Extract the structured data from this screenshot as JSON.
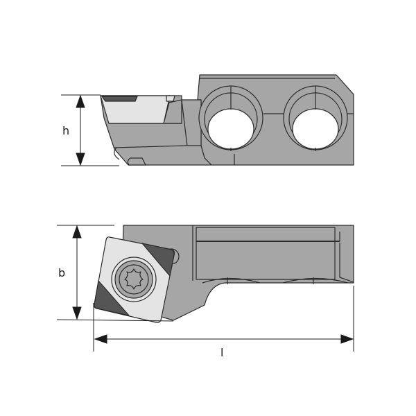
{
  "diagram": {
    "title": "Boring bar / tool holder with square insert",
    "views": [
      {
        "name": "side-view",
        "description": "Side elevation showing height dimension"
      },
      {
        "name": "top-view",
        "description": "Plan view showing width and length dimensions"
      }
    ],
    "dimensions": {
      "height": {
        "label": "h"
      },
      "width": {
        "label": "b"
      },
      "length": {
        "label": "l"
      }
    },
    "colors": {
      "body": "#a6a6a6",
      "body_dark": "#8f8f8f",
      "insert_light": "#e4e4e4",
      "insert_dark": "#555555",
      "outline": "#2a2a2a",
      "dimension_line": "#1a1a1a",
      "background": "#ffffff"
    }
  }
}
